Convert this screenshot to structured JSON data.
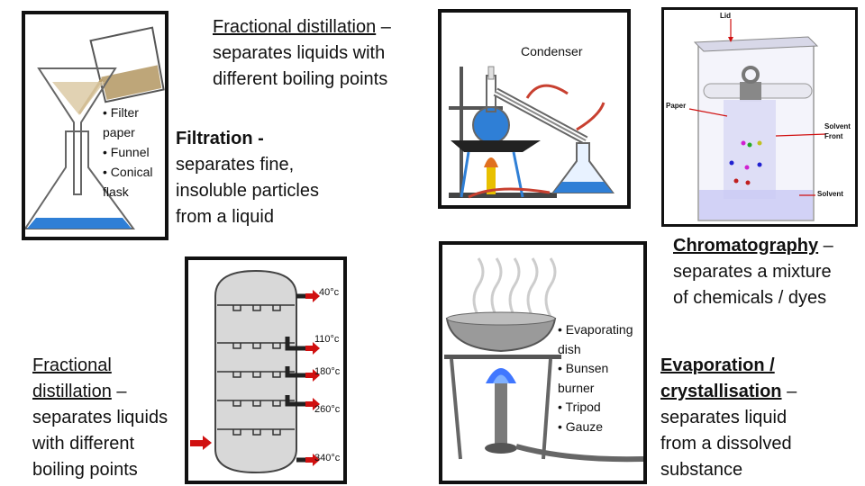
{
  "filtration": {
    "title": "Filtration -",
    "desc_lines": [
      "separates fine,",
      "insoluble particles",
      "from a liquid"
    ],
    "items": [
      "• Filter",
      "paper",
      "• Funnel",
      "• Conical",
      "flask"
    ]
  },
  "fractional_top": {
    "title": "Fractional distillation",
    "dash": " –",
    "desc_lines": [
      "separates liquids with",
      "different boiling points"
    ]
  },
  "distillation_apparatus": {
    "condenser_label": "Condenser"
  },
  "chromatography": {
    "title": "Chromatography",
    "dash": " –",
    "desc_lines": [
      "separates a mixture",
      "of chemicals / dyes"
    ],
    "labels": {
      "lid": "Lid",
      "paper": "Paper",
      "solvent_front_1": "Solvent",
      "solvent_front_2": "Front",
      "solvent": "Solvent"
    }
  },
  "fractional_bottom": {
    "title_line1": "Fractional",
    "title_line2": "distillation",
    "dash": " –",
    "desc_lines": [
      "separates liquids",
      "with different",
      "boiling points"
    ],
    "temps": [
      "40°c",
      "110°c",
      "180°c",
      "260°c",
      "340°c"
    ]
  },
  "evaporation": {
    "title_line1": "Evaporation /",
    "title_line2": "crystallisation",
    "dash": " –",
    "desc_lines": [
      "separates liquid",
      "from a dissolved",
      "substance"
    ],
    "items": [
      "• Evaporating",
      "dish",
      "• Bunsen",
      "burner",
      "• Tripod",
      "• Gauze"
    ]
  },
  "colors": {
    "border": "#111111",
    "blue_liquid": "#2f7fd6",
    "flame": "#1e5fff",
    "tank": "#c9c9f5"
  }
}
